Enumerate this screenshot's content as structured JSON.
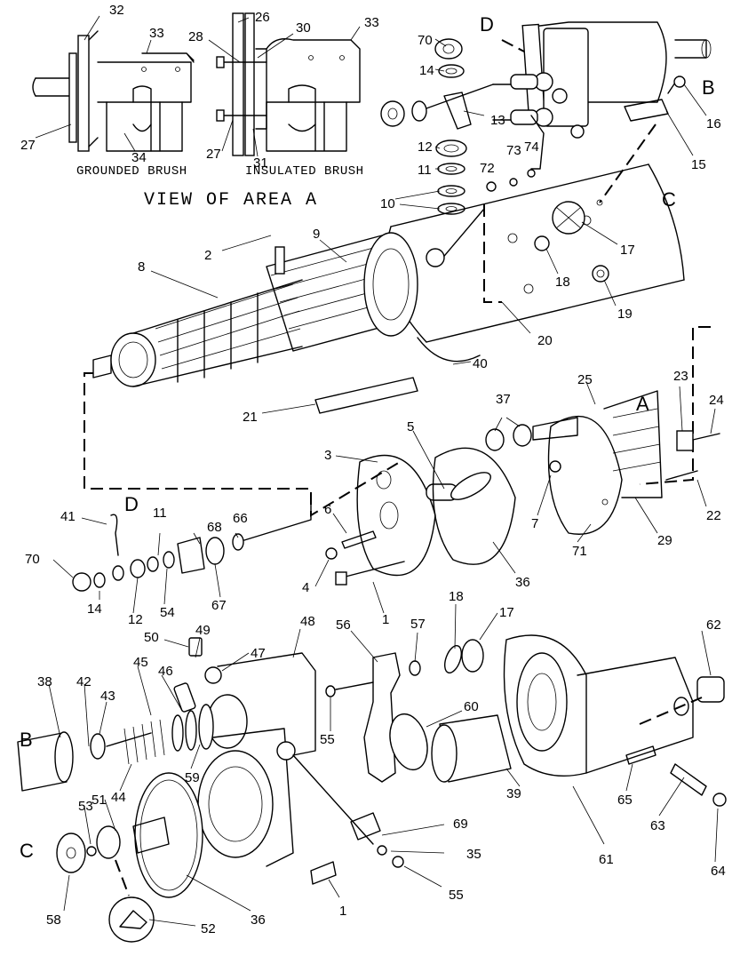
{
  "captions": {
    "grounded_brush": "GROUNDED BRUSH",
    "insulated_brush": "INSULATED BRUSH",
    "view_of_area": "VIEW OF AREA  A"
  },
  "area_letters": {
    "A": "A",
    "B_top": "B",
    "C_top": "C",
    "D_top": "D",
    "B_left": "B",
    "C_left": "C",
    "D_left": "D"
  },
  "part_labels": [
    {
      "id": "l32",
      "text": "32"
    },
    {
      "id": "l33a",
      "text": "33"
    },
    {
      "id": "l27a",
      "text": "27"
    },
    {
      "id": "l34",
      "text": "34"
    },
    {
      "id": "l26",
      "text": "26"
    },
    {
      "id": "l28",
      "text": "28"
    },
    {
      "id": "l30",
      "text": "30"
    },
    {
      "id": "l33b",
      "text": "33"
    },
    {
      "id": "l27b",
      "text": "27"
    },
    {
      "id": "l31",
      "text": "31"
    },
    {
      "id": "l70a",
      "text": "70"
    },
    {
      "id": "l14a",
      "text": "14"
    },
    {
      "id": "l13",
      "text": "13"
    },
    {
      "id": "l12a",
      "text": "12"
    },
    {
      "id": "l11a",
      "text": "11"
    },
    {
      "id": "l10",
      "text": "10"
    },
    {
      "id": "l72",
      "text": "72"
    },
    {
      "id": "l73",
      "text": "73"
    },
    {
      "id": "l74",
      "text": "74"
    },
    {
      "id": "l16",
      "text": "16"
    },
    {
      "id": "l15",
      "text": "15"
    },
    {
      "id": "l17a",
      "text": "17"
    },
    {
      "id": "l18a",
      "text": "18"
    },
    {
      "id": "l19",
      "text": "19"
    },
    {
      "id": "l20",
      "text": "20"
    },
    {
      "id": "l2",
      "text": "2"
    },
    {
      "id": "l9",
      "text": "9"
    },
    {
      "id": "l8",
      "text": "8"
    },
    {
      "id": "l40",
      "text": "40"
    },
    {
      "id": "l21",
      "text": "21"
    },
    {
      "id": "l25",
      "text": "25"
    },
    {
      "id": "l23",
      "text": "23"
    },
    {
      "id": "l24",
      "text": "24"
    },
    {
      "id": "l37",
      "text": "37"
    },
    {
      "id": "l5",
      "text": "5"
    },
    {
      "id": "l3",
      "text": "3"
    },
    {
      "id": "l7",
      "text": "7"
    },
    {
      "id": "l22",
      "text": "22"
    },
    {
      "id": "l29",
      "text": "29"
    },
    {
      "id": "l71",
      "text": "71"
    },
    {
      "id": "l36a",
      "text": "36"
    },
    {
      "id": "l6",
      "text": "6"
    },
    {
      "id": "l4",
      "text": "4"
    },
    {
      "id": "l1a",
      "text": "1"
    },
    {
      "id": "l41",
      "text": "41"
    },
    {
      "id": "l11b",
      "text": "11"
    },
    {
      "id": "l68",
      "text": "68"
    },
    {
      "id": "l66",
      "text": "66"
    },
    {
      "id": "l70b",
      "text": "70"
    },
    {
      "id": "l14b",
      "text": "14"
    },
    {
      "id": "l12b",
      "text": "12"
    },
    {
      "id": "l54",
      "text": "54"
    },
    {
      "id": "l67",
      "text": "67"
    },
    {
      "id": "l50",
      "text": "50"
    },
    {
      "id": "l49",
      "text": "49"
    },
    {
      "id": "l47",
      "text": "47"
    },
    {
      "id": "l48",
      "text": "48"
    },
    {
      "id": "l56",
      "text": "56"
    },
    {
      "id": "l57",
      "text": "57"
    },
    {
      "id": "l18b",
      "text": "18"
    },
    {
      "id": "l17b",
      "text": "17"
    },
    {
      "id": "l62",
      "text": "62"
    },
    {
      "id": "l38",
      "text": "38"
    },
    {
      "id": "l42",
      "text": "42"
    },
    {
      "id": "l43",
      "text": "43"
    },
    {
      "id": "l45",
      "text": "45"
    },
    {
      "id": "l46",
      "text": "46"
    },
    {
      "id": "l44",
      "text": "44"
    },
    {
      "id": "l59",
      "text": "59"
    },
    {
      "id": "l55a",
      "text": "55"
    },
    {
      "id": "l60",
      "text": "60"
    },
    {
      "id": "l65",
      "text": "65"
    },
    {
      "id": "l63",
      "text": "63"
    },
    {
      "id": "l39",
      "text": "39"
    },
    {
      "id": "l61",
      "text": "61"
    },
    {
      "id": "l64",
      "text": "64"
    },
    {
      "id": "l53",
      "text": "53"
    },
    {
      "id": "l51",
      "text": "51"
    },
    {
      "id": "l69",
      "text": "69"
    },
    {
      "id": "l35",
      "text": "35"
    },
    {
      "id": "l55b",
      "text": "55"
    },
    {
      "id": "l58",
      "text": "58"
    },
    {
      "id": "l36b",
      "text": "36"
    },
    {
      "id": "l1b",
      "text": "1"
    },
    {
      "id": "l52",
      "text": "52"
    }
  ]
}
